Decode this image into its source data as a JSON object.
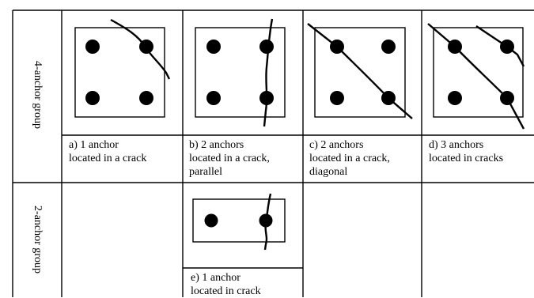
{
  "rows": [
    {
      "label": "4-anchor group"
    },
    {
      "label": "2-anchor group"
    }
  ],
  "cases": [
    {
      "id": "a",
      "lines": [
        "a) 1 anchor",
        "located in a crack"
      ]
    },
    {
      "id": "b",
      "lines": [
        "b) 2 anchors",
        "located in a crack,",
        "parallel"
      ]
    },
    {
      "id": "c",
      "lines": [
        "c) 2 anchors",
        "located in a crack,",
        "diagonal"
      ]
    },
    {
      "id": "d",
      "lines": [
        "d) 3 anchors",
        "located in cracks"
      ]
    },
    {
      "id": "e",
      "lines": [
        "e) 1 anchor",
        "located in crack"
      ]
    }
  ]
}
